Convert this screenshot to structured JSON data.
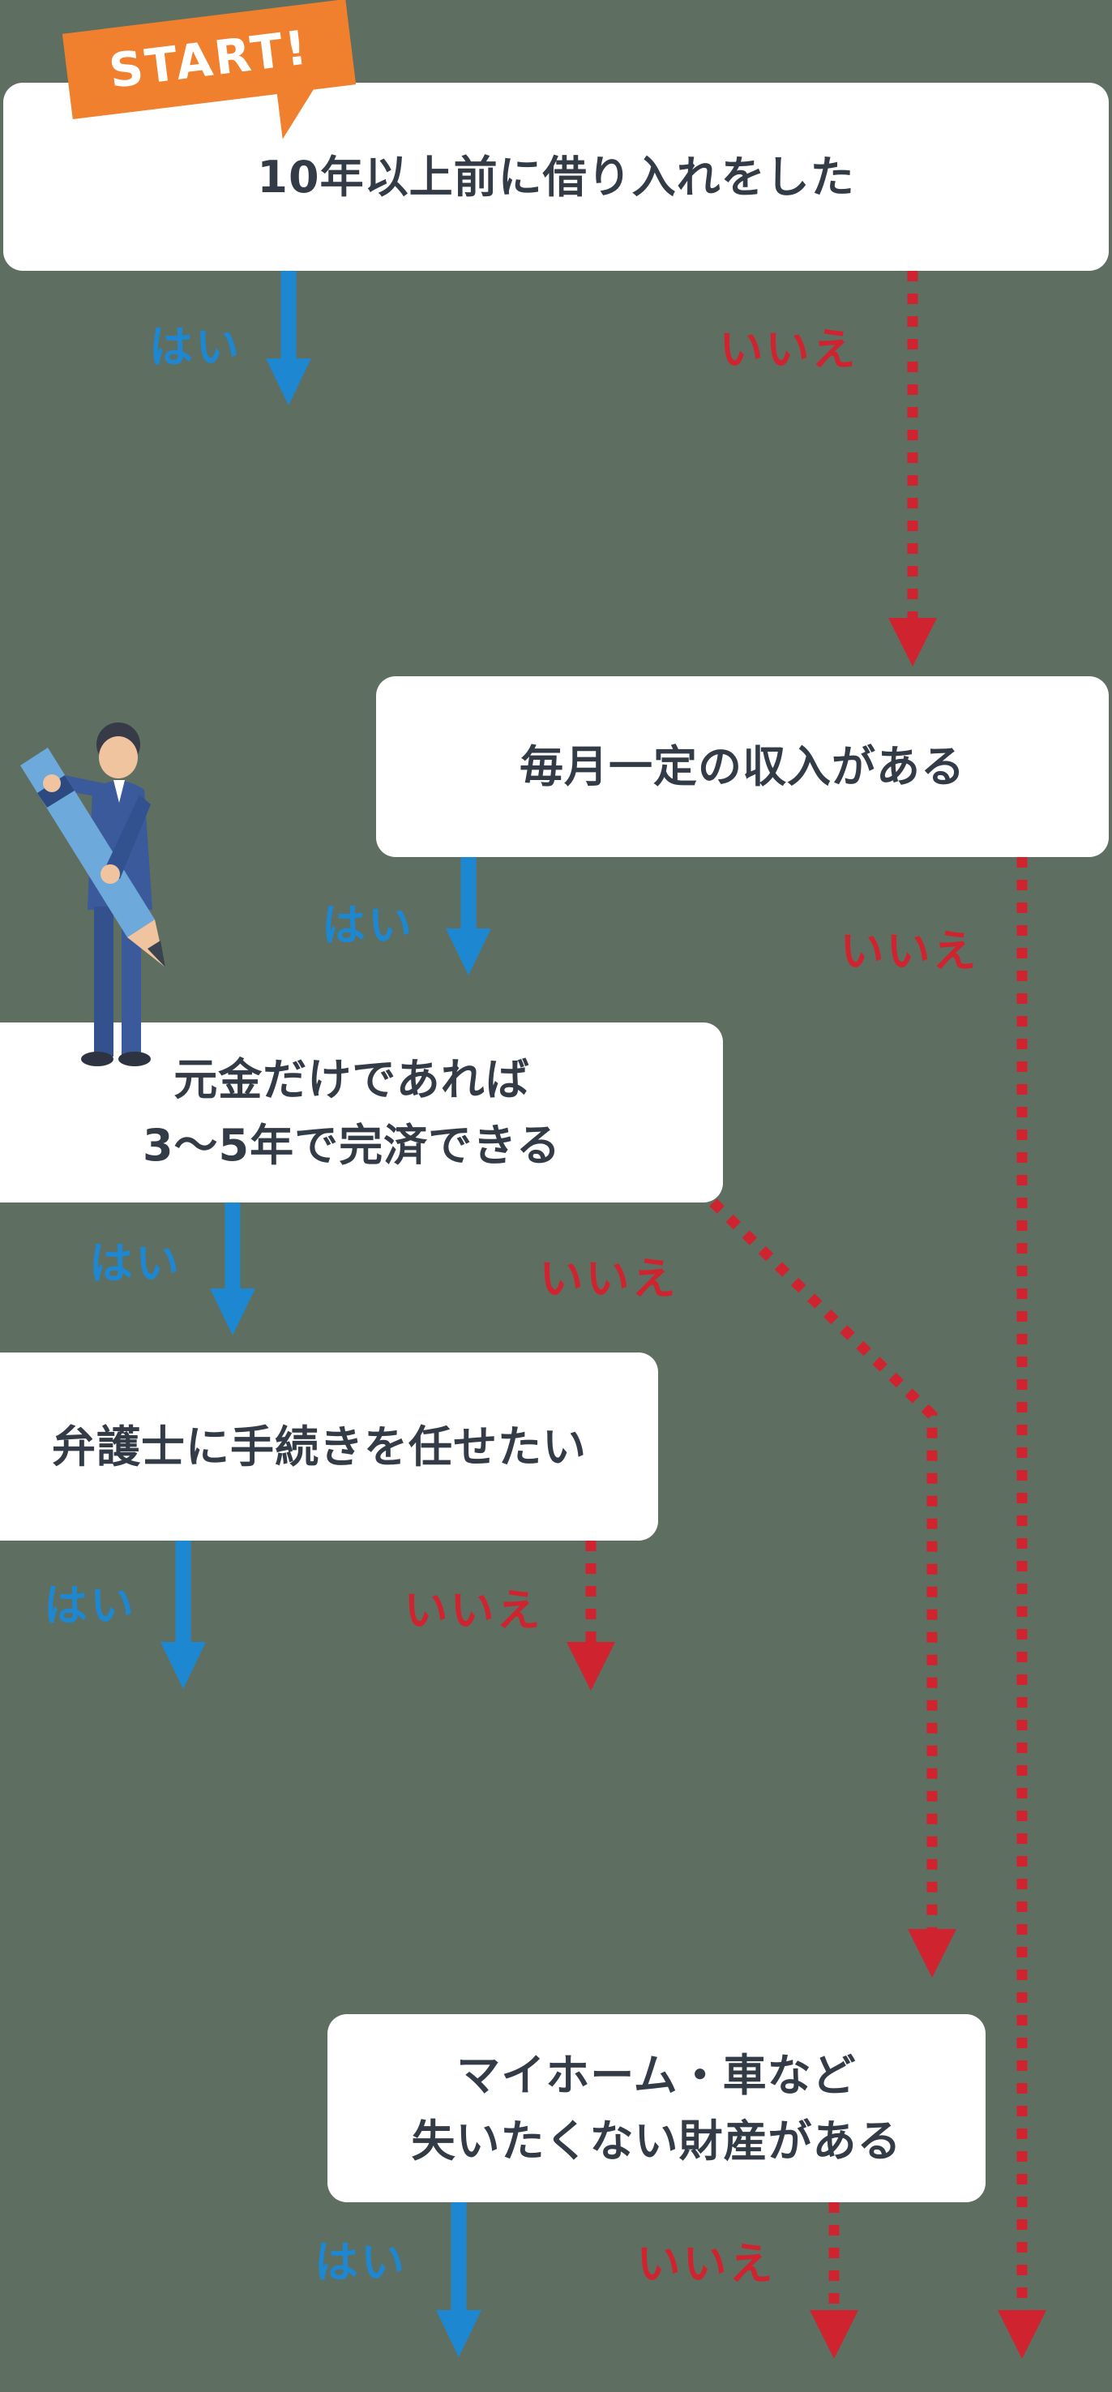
{
  "background_color": "#5e6e61",
  "colors": {
    "yes_blue": "#1d87d1",
    "no_red": "#cf2430",
    "box_background": "#ffffff",
    "box_text": "#333b46",
    "start_banner_orange": "#f0802e"
  },
  "start": {
    "label": "START!"
  },
  "answers": {
    "yes": "はい",
    "no": "いいえ"
  },
  "nodes": [
    {
      "id": "q1",
      "text": "10年以上前に借り入れをした"
    },
    {
      "id": "q2",
      "text": "毎月一定の収入がある"
    },
    {
      "id": "q3",
      "text": "元金だけであれば\n3〜5年で完済できる"
    },
    {
      "id": "q4",
      "text": "弁護士に手続きを任せたい"
    },
    {
      "id": "q5",
      "text": "マイホーム・車など\n失いたくない財産がある"
    }
  ],
  "edges": [
    {
      "from": "q1",
      "answer": "はい",
      "style": "solid-blue"
    },
    {
      "from": "q1",
      "answer": "いいえ",
      "style": "dotted-red",
      "to": "q2"
    },
    {
      "from": "q2",
      "answer": "はい",
      "style": "solid-blue",
      "to": "q3"
    },
    {
      "from": "q2",
      "answer": "いいえ",
      "style": "dotted-red"
    },
    {
      "from": "q3",
      "answer": "はい",
      "style": "solid-blue",
      "to": "q4"
    },
    {
      "from": "q3",
      "answer": "いいえ",
      "style": "dotted-red",
      "to": "q5"
    },
    {
      "from": "q4",
      "answer": "はい",
      "style": "solid-blue"
    },
    {
      "from": "q4",
      "answer": "いいえ",
      "style": "dotted-red"
    },
    {
      "from": "q5",
      "answer": "はい",
      "style": "solid-blue"
    },
    {
      "from": "q5",
      "answer": "いいえ",
      "style": "dotted-red"
    }
  ],
  "illustration": "businessman-holding-giant-pencil"
}
